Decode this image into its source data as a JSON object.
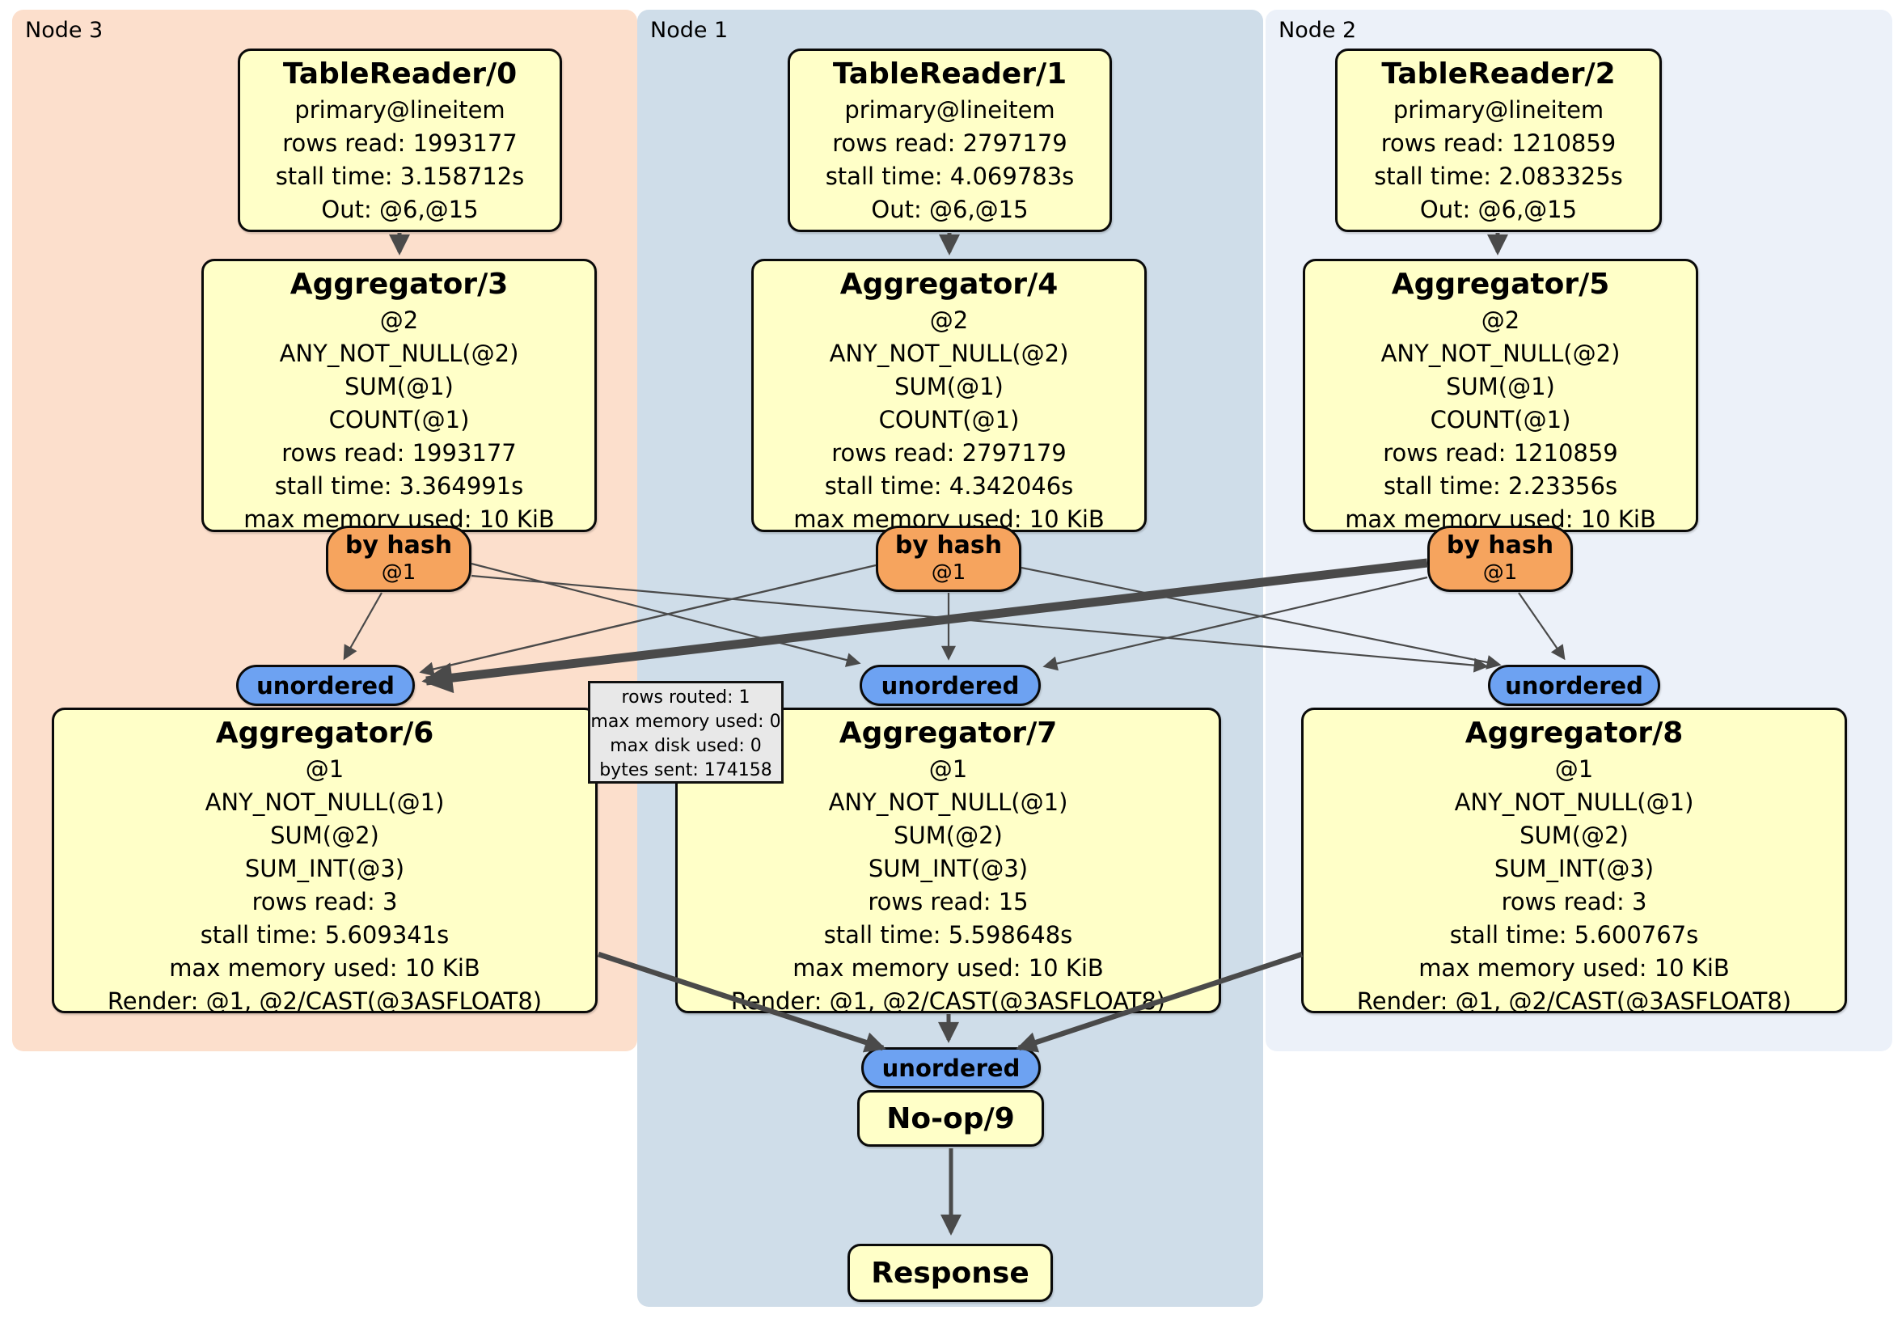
{
  "panels": [
    {
      "label": "Node 3"
    },
    {
      "label": "Node 1"
    },
    {
      "label": "Node 2"
    }
  ],
  "routers": {
    "label": "by hash",
    "key": "@1"
  },
  "sync": {
    "label": "unordered"
  },
  "tooltip": {
    "lines": [
      "rows routed: 1",
      "max memory used: 0",
      "max disk used: 0",
      "bytes sent: 174158"
    ]
  },
  "processors": {
    "tr0": {
      "title": "TableReader/0",
      "lines": [
        "primary@lineitem",
        "rows read: 1993177",
        "stall time: 3.158712s",
        "Out: @6,@15"
      ]
    },
    "tr1": {
      "title": "TableReader/1",
      "lines": [
        "primary@lineitem",
        "rows read: 2797179",
        "stall time: 4.069783s",
        "Out: @6,@15"
      ]
    },
    "tr2": {
      "title": "TableReader/2",
      "lines": [
        "primary@lineitem",
        "rows read: 1210859",
        "stall time: 2.083325s",
        "Out: @6,@15"
      ]
    },
    "agg3": {
      "title": "Aggregator/3",
      "lines": [
        "@2",
        "ANY_NOT_NULL(@2)",
        "SUM(@1)",
        "COUNT(@1)",
        "rows read: 1993177",
        "stall time: 3.364991s",
        "max memory used: 10 KiB"
      ]
    },
    "agg4": {
      "title": "Aggregator/4",
      "lines": [
        "@2",
        "ANY_NOT_NULL(@2)",
        "SUM(@1)",
        "COUNT(@1)",
        "rows read: 2797179",
        "stall time: 4.342046s",
        "max memory used: 10 KiB"
      ]
    },
    "agg5": {
      "title": "Aggregator/5",
      "lines": [
        "@2",
        "ANY_NOT_NULL(@2)",
        "SUM(@1)",
        "COUNT(@1)",
        "rows read: 1210859",
        "stall time: 2.23356s",
        "max memory used: 10 KiB"
      ]
    },
    "agg6": {
      "title": "Aggregator/6",
      "lines": [
        "@1",
        "ANY_NOT_NULL(@1)",
        "SUM(@2)",
        "SUM_INT(@3)",
        "rows read: 3",
        "stall time: 5.609341s",
        "max memory used: 10 KiB",
        "Render: @1, @2/CAST(@3ASFLOAT8)"
      ]
    },
    "agg7": {
      "title": "Aggregator/7",
      "lines": [
        "@1",
        "ANY_NOT_NULL(@1)",
        "SUM(@2)",
        "SUM_INT(@3)",
        "rows read: 15",
        "stall time: 5.598648s",
        "max memory used: 10 KiB",
        "Render: @1, @2/CAST(@3ASFLOAT8)"
      ]
    },
    "agg8": {
      "title": "Aggregator/8",
      "lines": [
        "@1",
        "ANY_NOT_NULL(@1)",
        "SUM(@2)",
        "SUM_INT(@3)",
        "rows read: 3",
        "stall time: 5.600767s",
        "max memory used: 10 KiB",
        "Render: @1, @2/CAST(@3ASFLOAT8)"
      ]
    },
    "noop": {
      "title": "No-op/9"
    },
    "response": {
      "title": "Response"
    }
  },
  "colors": {
    "node3_bg": "#fcdfcc",
    "node1_bg": "#cfdde9",
    "node2_bg": "#ecf1f9",
    "processor_fill": "#ffffc8",
    "router_fill": "#f6a45e",
    "sync_fill": "#6da2f2",
    "tooltip_fill": "#e8e8e8",
    "edge": "#4a4a4a"
  }
}
